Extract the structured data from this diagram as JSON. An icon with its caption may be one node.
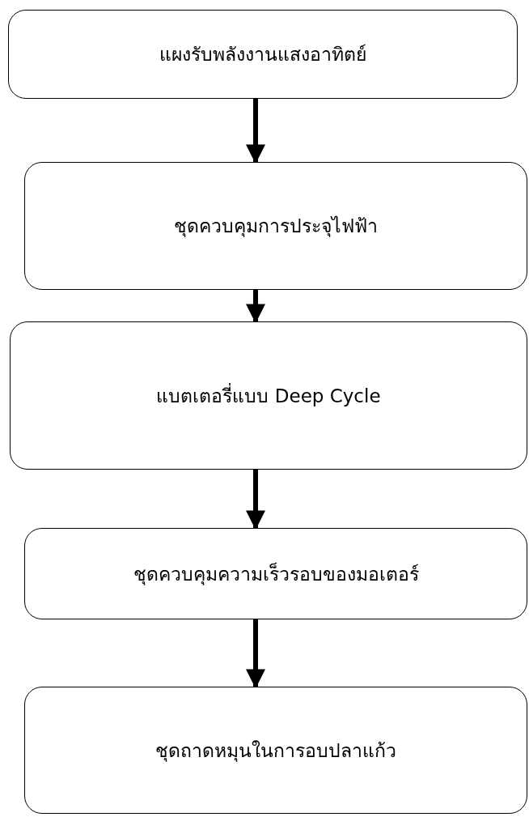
{
  "diagram": {
    "nodes": [
      {
        "text": [
          "แผงรับพลังงานแสงอาทิตย์"
        ]
      },
      {
        "text": [
          "ชุดควบคุมการประจุไฟฟ้า"
        ]
      },
      {
        "text": [
          "แบตเตอรี่แบบ Deep Cycle"
        ]
      },
      {
        "text": [
          "ชุดควบคุมความเร็วรอบของมอเตอร์"
        ]
      },
      {
        "text": [
          "ชุดถาดหมุนในการอบปลาแก้ว"
        ]
      }
    ],
    "edges": [
      {
        "from": 0,
        "to": 1,
        "arrow": "to"
      },
      {
        "from": 1,
        "to": 2,
        "arrow": "to"
      },
      {
        "from": 2,
        "to": 3,
        "arrow": "to"
      },
      {
        "from": 3,
        "to": 4,
        "arrow": "to"
      }
    ]
  }
}
